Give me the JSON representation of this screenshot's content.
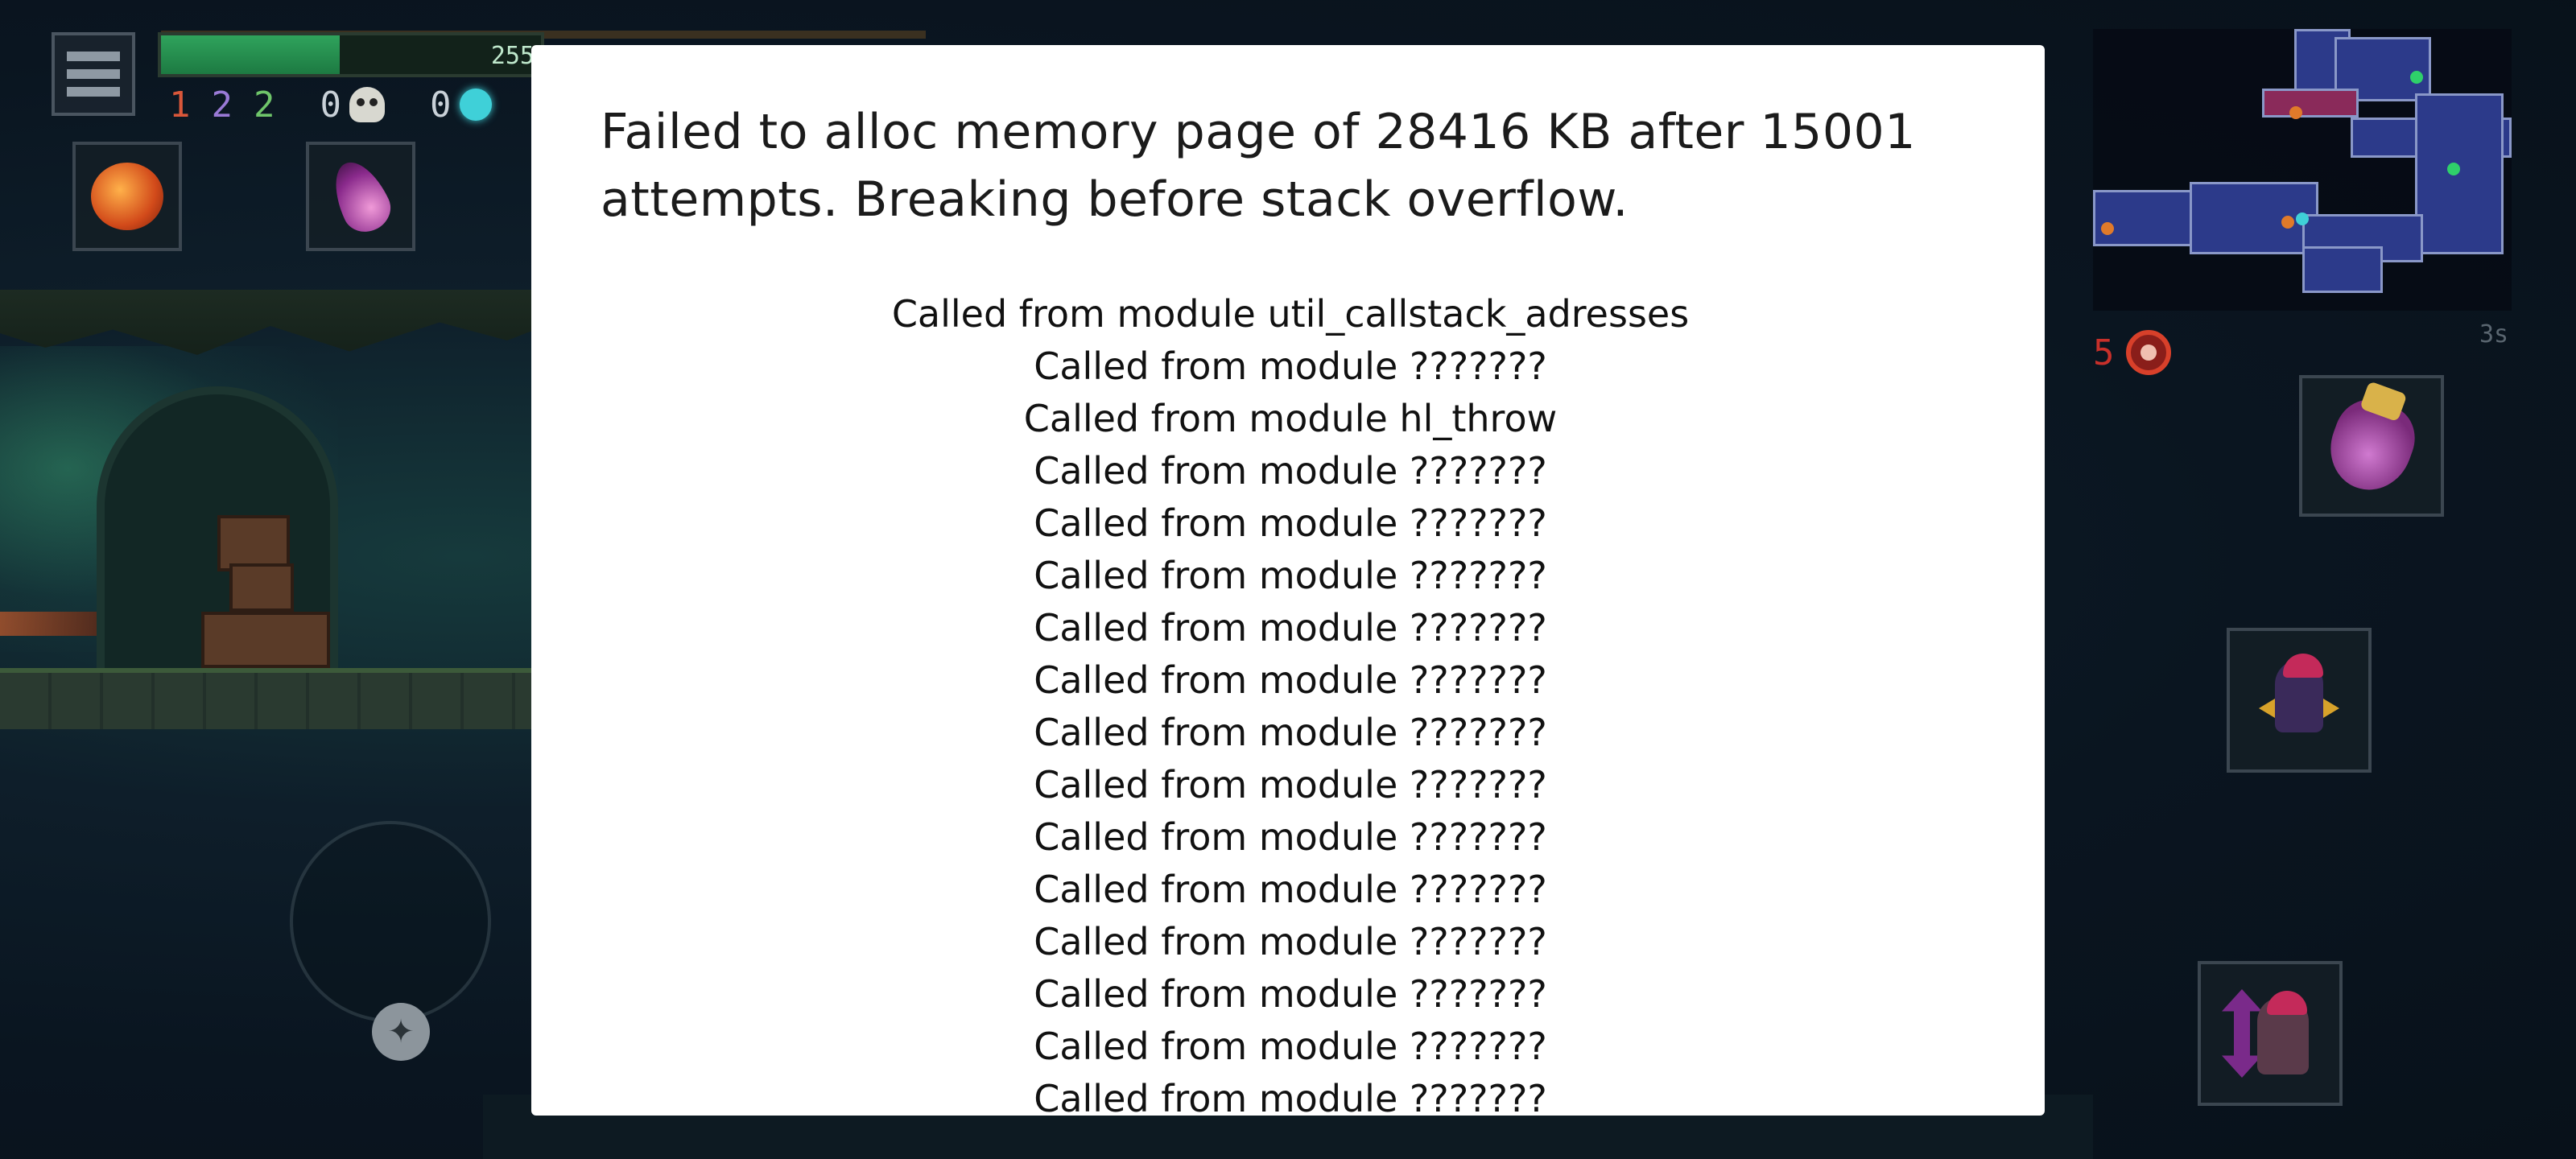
{
  "hud": {
    "health_value": "255",
    "health_fraction": 0.47,
    "stats": {
      "brutality": "1",
      "tactics": "2",
      "survival": "2"
    },
    "kills": "0",
    "cells": "0"
  },
  "right_hud": {
    "curse_count": "5",
    "timer": "3s"
  },
  "dialog": {
    "title": "Failed to alloc memory page of 28416 KB after 15001 attempts. Breaking before stack overflow.",
    "callstack": [
      "Called from module util_callstack_adresses",
      "Called from module ???????",
      "Called from module hl_throw",
      "Called from module ???????",
      "Called from module ???????",
      "Called from module ???????",
      "Called from module ???????",
      "Called from module ???????",
      "Called from module ???????",
      "Called from module ???????",
      "Called from module ???????",
      "Called from module ???????",
      "Called from module ???????",
      "Called from module ???????",
      "Called from module ???????",
      "Called from module ???????"
    ]
  },
  "colors": {
    "dialog_bg": "#ffffff",
    "dialog_text": "#1b1b1b",
    "health": "#2fa35c",
    "brutality": "#d9573a",
    "tactics": "#9a7ad6",
    "survival": "#6fc56a",
    "curse": "#c8302a"
  },
  "icons": {
    "menu": "hamburger-menu-icon",
    "kills": "skull-icon",
    "cells": "cell-icon",
    "heal": "health-flask-icon",
    "skill_primary": "purple-flame-icon",
    "curse": "curse-icon",
    "grab": "grab-hand-icon",
    "roll": "roll-icon",
    "swap": "weapon-swap-icon",
    "joystick_action": "sparkle-icon"
  }
}
